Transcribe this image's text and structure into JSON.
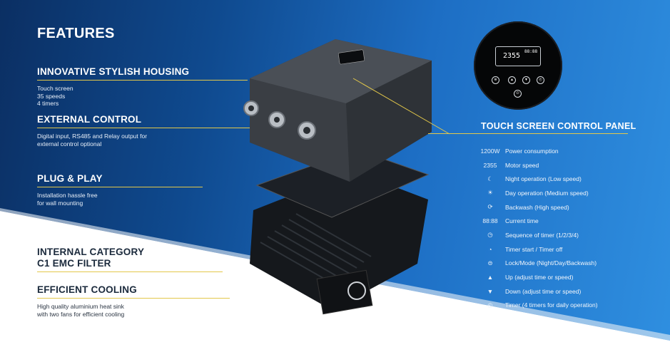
{
  "page_title": "FEATURES",
  "features": [
    {
      "title": "INNOVATIVE STYLISH HOUSING",
      "desc": [
        "Touch screen",
        "35 speeds",
        "4 timers"
      ]
    },
    {
      "title": "EXTERNAL CONTROL",
      "desc": [
        "Digital input, RS485 and Relay output for",
        "external control optional"
      ]
    },
    {
      "title": "PLUG & PLAY",
      "desc": [
        "Installation hassle free",
        "for wall mounting"
      ]
    },
    {
      "title_lines": [
        "INTERNAL CATEGORY",
        "C1 EMC FILTER"
      ]
    },
    {
      "title": "EFFICIENT COOLING",
      "desc": [
        "High quality aluminium heat sink",
        "with two fans for efficient cooling"
      ]
    }
  ],
  "panel": {
    "title": "TOUCH SCREEN CONTROL PANEL",
    "display_digits": "2355",
    "display_time": "88:88"
  },
  "legend": [
    {
      "icon_text": "1200W",
      "label": "Power consumption"
    },
    {
      "icon_text": "2355",
      "label": "Motor speed"
    },
    {
      "icon_text": "☾",
      "label": "Night operation (Low speed)"
    },
    {
      "icon_text": "☀",
      "label": "Day operation (Medium speed)"
    },
    {
      "icon_text": "⟳",
      "label": "Backwash (High speed)"
    },
    {
      "icon_text": "88:88",
      "label": "Current time"
    },
    {
      "icon_text": "◷",
      "label": "Sequence of timer (1/2/3/4)"
    },
    {
      "icon_text": "◔",
      "label": "Timer start / Timer off"
    },
    {
      "icon_text": "⊜",
      "label": "Lock/Mode (Night/Day/Backwash)"
    },
    {
      "icon_text": "▲",
      "label": "Up (adjust time or speed)"
    },
    {
      "icon_text": "▼",
      "label": "Down (adjust time or speed)"
    },
    {
      "icon_text": "◴",
      "label": "Timer (4 timers for daily operation)"
    }
  ],
  "colors": {
    "accent_line": "#e3c84a",
    "background": "#1d6ec4"
  }
}
